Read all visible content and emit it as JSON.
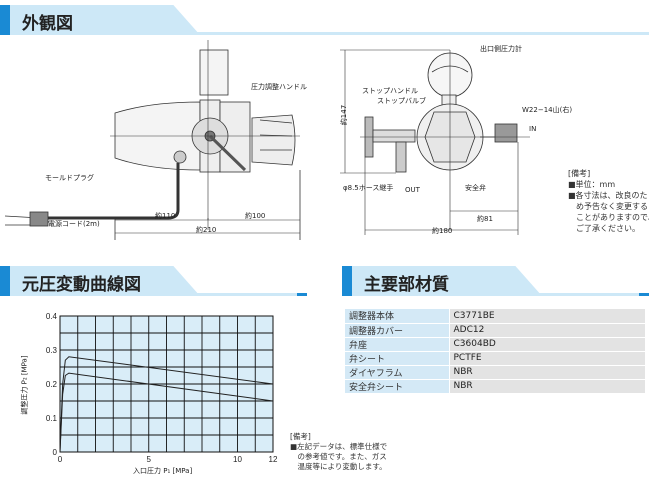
{
  "sections": {
    "appearance": "外観図",
    "curve": "元圧変動曲線図",
    "materials": "主要部材質"
  },
  "side_view": {
    "pressure_handle": "圧力調整ハンドル",
    "mold_plug": "モールドプラグ",
    "power_cord": "電源コード(2m)",
    "dim_110": "約110",
    "dim_100": "約100",
    "dim_210": "約210"
  },
  "front_view": {
    "outlet_gauge": "出口側圧力計",
    "stop_handle": "ストップハンドル",
    "stop_valve": "ストップバルブ",
    "thread": "W22−14山(右)",
    "in": "IN",
    "hose": "φ8.5ホース継手",
    "out": "OUT",
    "safety_valve": "安全弁",
    "dim_147": "約147",
    "dim_81": "約81",
    "dim_180": "約180"
  },
  "remarks1": {
    "title": "[備考]",
    "lines": [
      "■単位：mm",
      "■各寸法は、改良のた",
      "　め予告なく変更する",
      "　ことがありますので、",
      "　ご了承ください。"
    ]
  },
  "remarks2": {
    "title": "[備考]",
    "lines": [
      "■左記データは、標準仕様で",
      "　の参考値です。また、ガス",
      "　温度等により変動します。"
    ]
  },
  "materials": [
    {
      "part": "調整器本体",
      "material": "C3771BE"
    },
    {
      "part": "調整器カバー",
      "material": "ADC12"
    },
    {
      "part": "弁座",
      "material": "C3604BD"
    },
    {
      "part": "弁シート",
      "material": "PCTFE"
    },
    {
      "part": "ダイヤフラム",
      "material": "NBR"
    },
    {
      "part": "安全弁シート",
      "material": "NBR"
    }
  ],
  "chart_data": {
    "type": "line",
    "title": "元圧変動曲線図",
    "xlabel": "入口圧力 P₁ [MPa]",
    "ylabel": "調整圧力 P₂ [MPa]",
    "xlim": [
      0,
      12
    ],
    "ylim": [
      0,
      0.4
    ],
    "xticks": [
      "0",
      "5",
      "10",
      "12"
    ],
    "yticks": [
      "0",
      "0.1",
      "0.2",
      "0.3",
      "0.4"
    ],
    "grid": true,
    "colors": {
      "bg": "#d9edf8",
      "line": "#222222"
    },
    "series": [
      {
        "name": "upper",
        "x": [
          0,
          0.15,
          0.3,
          0.5,
          12
        ],
        "y": [
          0,
          0.2,
          0.27,
          0.28,
          0.2
        ]
      },
      {
        "name": "lower",
        "x": [
          0,
          0.15,
          0.3,
          0.5,
          12
        ],
        "y": [
          0,
          0.17,
          0.225,
          0.232,
          0.15
        ]
      }
    ]
  }
}
